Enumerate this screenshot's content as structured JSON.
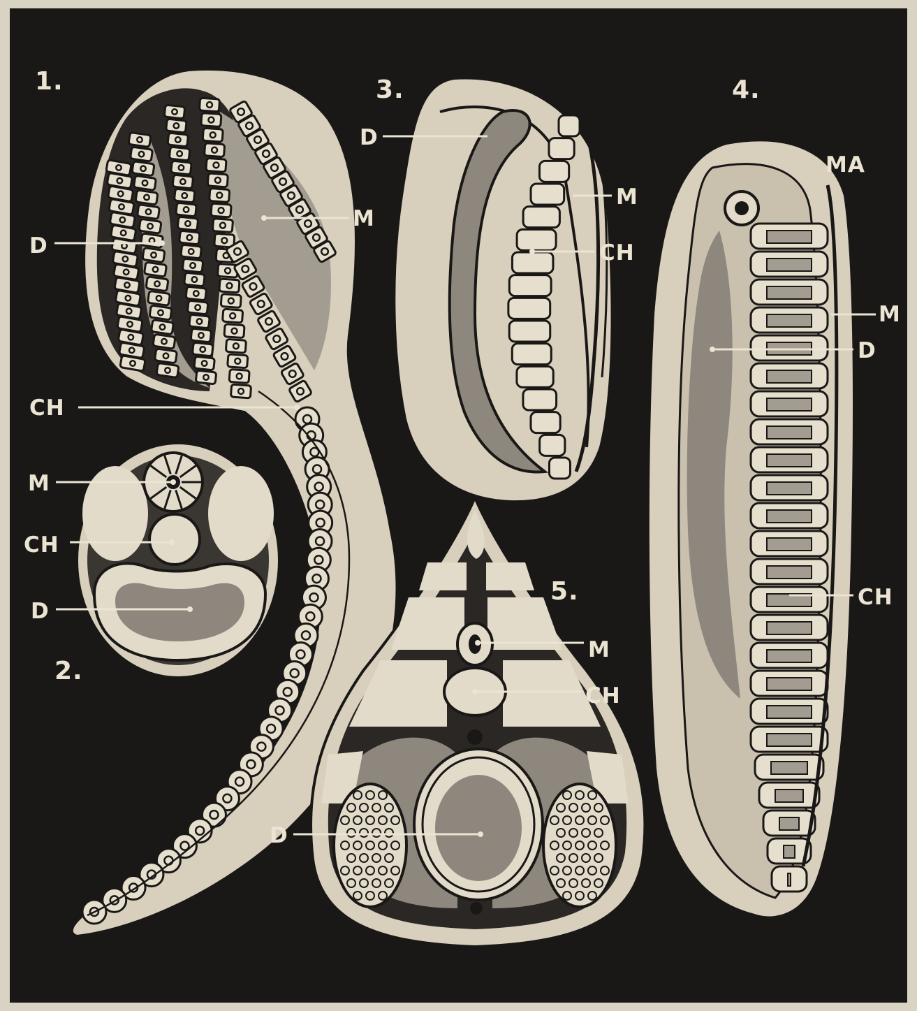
{
  "figures": [
    {
      "number": "1.",
      "labels": [
        "D",
        "M",
        "CH"
      ]
    },
    {
      "number": "2.",
      "labels": [
        "M",
        "CH",
        "D"
      ]
    },
    {
      "number": "3.",
      "labels": [
        "D",
        "M",
        "CH"
      ]
    },
    {
      "number": "4.",
      "labels": [
        "MA",
        "M",
        "D",
        "CH"
      ]
    },
    {
      "number": "5.",
      "labels": [
        "M",
        "CH",
        "D"
      ]
    }
  ],
  "colors": {
    "background": "#1a1817",
    "tissue": "#d8d0bd",
    "cavity": "#8d877d"
  }
}
